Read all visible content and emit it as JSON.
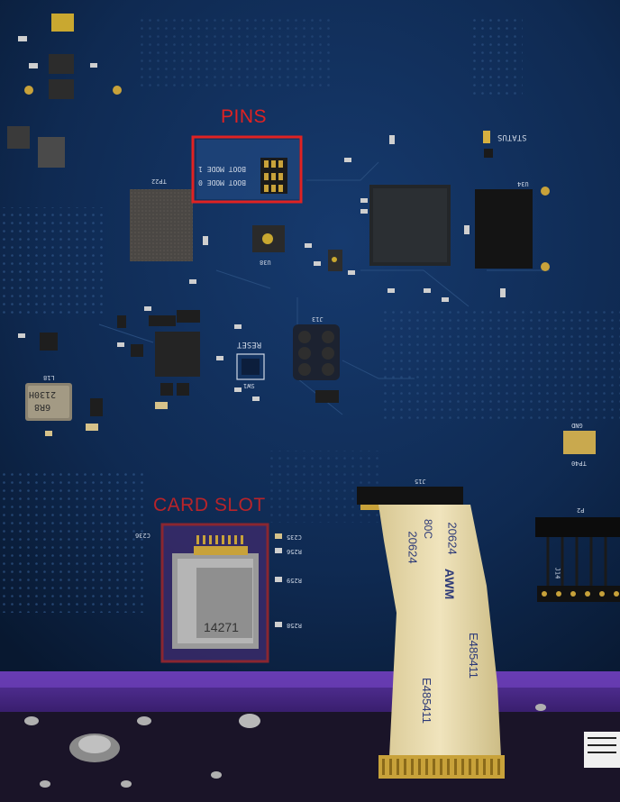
{
  "annotations": {
    "pins": {
      "label": "PINS",
      "color": "#e02222"
    },
    "card_slot": {
      "label": "CARD SLOT",
      "color": "#b8242a"
    }
  },
  "silkscreen": {
    "boot_mode_1": "BOOT MODE 1",
    "boot_mode_0": "BOOT MODE 0",
    "status": "STATUS",
    "reset": "RESET",
    "u38": "U38",
    "u34": "U34",
    "l18": "L18",
    "j13": "J13",
    "j15": "J15",
    "j14": "J14",
    "p2": "P2",
    "gnd": "GND",
    "tp40": "TP40",
    "tp22": "TP22",
    "c235": "C235",
    "c236": "C236",
    "r256": "R256",
    "r259": "R259",
    "r258": "R258",
    "sw1": "SW1",
    "inductor_marking": "6R8",
    "inductor_marking_2": "2130H"
  },
  "card_slot_marking": "14271",
  "ribbon_cable_text": [
    "20624",
    "AWM",
    "E485411",
    "80C"
  ],
  "colors": {
    "pcb": "#0f2a52",
    "pcb_dark": "#0a1c38",
    "silk": "#cfd8e6",
    "enclosure": "#4a2a8a",
    "ribbon": "#e9dcb0",
    "gold": "#c8a23a"
  }
}
